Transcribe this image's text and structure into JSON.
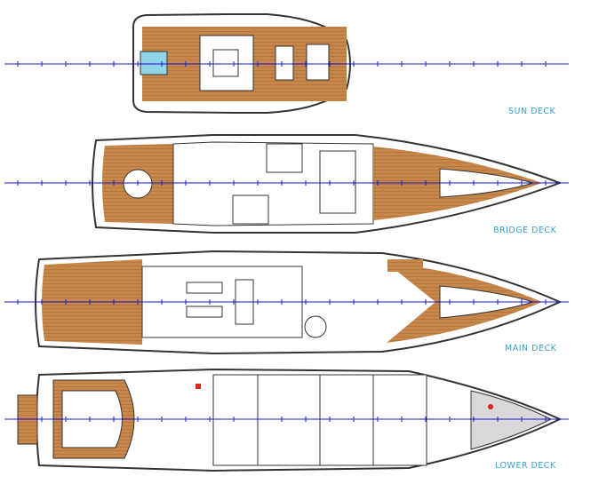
{
  "colors": {
    "label": "#3a9fd0",
    "teak": "#c8874a",
    "centerline": "#1a1ad0",
    "hull": "#333333",
    "pool": "#8fd3e8",
    "lower_hull_fill": "#d9d9d9"
  },
  "decks": [
    {
      "label": "SUN DECK"
    },
    {
      "label": "BRIDGE DECK"
    },
    {
      "label": "MAIN DECK"
    },
    {
      "label": "LOWER DECK"
    }
  ]
}
